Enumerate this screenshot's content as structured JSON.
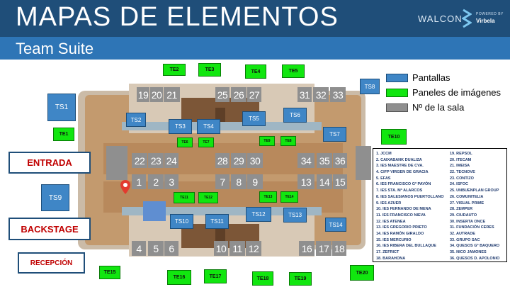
{
  "header": {
    "title": "MAPAS DE ELEMENTOS",
    "subtitle": "Team Suite",
    "brand": "WALCON",
    "powered_by": "POWERED BY",
    "partner": "Virbela"
  },
  "colors": {
    "header_dark": "#1f4e79",
    "header_light": "#2e75b6",
    "screen": "#3f86c6",
    "image_panel": "#11e60f",
    "room": "#8f8f8f",
    "label_red": "#c00000"
  },
  "legend": {
    "screens": "Pantallas",
    "image_panels": "Paneles de imágenes",
    "room_number": "Nº de la sala"
  },
  "locations": {
    "entrance": "ENTRADA",
    "backstage": "BACKSTAGE",
    "reception": "RECEPCIÓN"
  },
  "rooms": [
    "19",
    "20",
    "21",
    "25",
    "26",
    "27",
    "31",
    "32",
    "33",
    "22",
    "23",
    "24",
    "28",
    "29",
    "30",
    "34",
    "35",
    "36",
    "1",
    "2",
    "3",
    "7",
    "8",
    "9",
    "13",
    "14",
    "15",
    "4",
    "5",
    "6",
    "10",
    "11",
    "12",
    "16",
    "17",
    "18"
  ],
  "screens": [
    "TS1",
    "TS2",
    "TS3",
    "TS4",
    "TS5",
    "TS6",
    "TS7",
    "TS8",
    "TS9",
    "TS10",
    "TS11",
    "TS12",
    "TS13",
    "TS14"
  ],
  "image_panels": [
    "TE1",
    "TE2",
    "TE3",
    "TE4",
    "TE5",
    "TE6",
    "TE7",
    "TE8",
    "TE9",
    "TE10",
    "TE11",
    "TE12",
    "TE13",
    "TE14",
    "TE15",
    "TE16",
    "TE17",
    "TE18",
    "TE19",
    "TE20"
  ],
  "catalog": {
    "col1": [
      "1. JCCM",
      "2. CAIXABANK DUALIZA",
      "3. IES MAESTRE DE CVA.",
      "4. CIFP VIRGEN DE GRACIA",
      "5. EFAS",
      "6. IES FRANCISCO Gº PAVÓN",
      "7. IES STA. Mª ALARCOS",
      "8. IES SALESIANOS PUERTOLLANO",
      "9. IES AZUER",
      "10. IES FERNANDO DE MENA",
      "11. IES FRANCISCO NIEVA",
      "12. IES ATENEA",
      "13. IES GREGORIO PRIETO",
      "14. IES RAMÓN GIRALDO",
      "15. IES MERCURIO",
      "16. IES RIBERA DEL BULLAQUE",
      "17. ZEFRICT",
      "18. BARAHONA"
    ],
    "col2": [
      "19. REPSOL",
      "20. ITECAM",
      "21. IMEISA",
      "22. TECNOVE",
      "23. CONTIZO",
      "24. ISFOC",
      "25. UNBUENPLAN GROUP",
      "26. COMUNITELIA",
      "27. VISUAL PRIME",
      "28. ZEMPER",
      "29. CIUDAUTO",
      "30. INSERTA ONCE",
      "31. FUNDACIÓN CERES",
      "32. AUTRADE",
      "33. GRUPO SAC",
      "34. QUESOS Gª BAQUERO",
      "35. NICO JAMONES",
      "36. QUESOS D. APOLONIO"
    ]
  }
}
